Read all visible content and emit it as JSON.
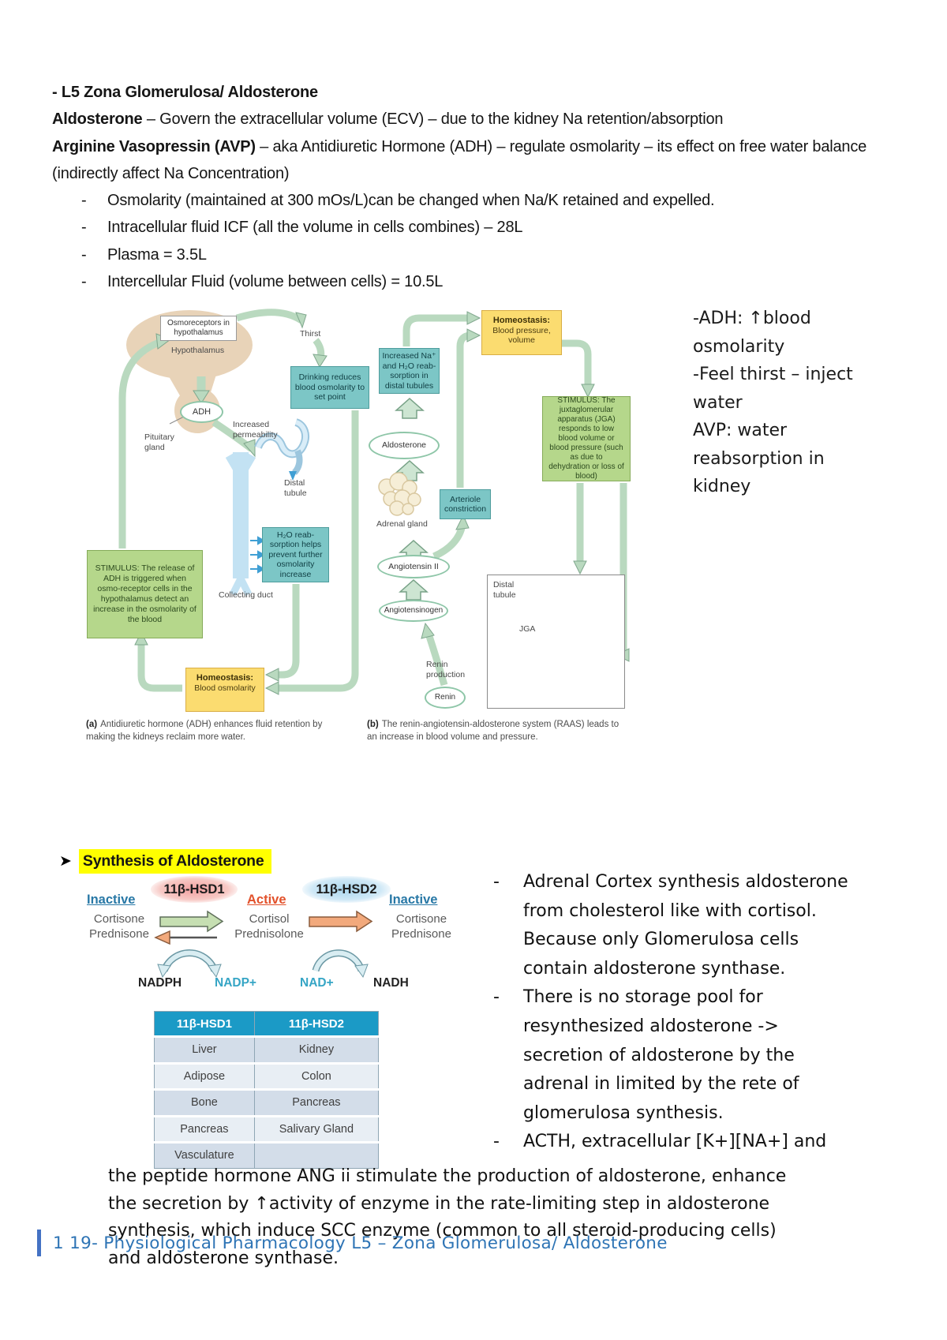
{
  "top": {
    "dash": "-",
    "title": "- L5 Zona Glomerulosa/ Aldosterone",
    "aldosterone_lead": "Aldosterone",
    "aldosterone_rest": " – Govern the extracellular volume (ECV) – due to the kidney Na retention/absorption",
    "avp_lead": "Arginine Vasopressin (AVP)",
    "avp_rest": " – aka Antidiuretic Hormone (ADH) – regulate osmolarity – its effect on free water balance (indirectly affect Na Concentration)",
    "bullets": [
      "Osmolarity (maintained at 300 mOs/L)can be changed when Na/K retained and expelled.",
      "Intracellular fluid ICF (all the volume in cells combines) – 28L",
      "Plasma = 3.5L",
      "Intercellular Fluid (volume between cells) = 10.5L"
    ]
  },
  "figure": {
    "left": {
      "osmoreceptors": "Osmoreceptors in hypothalamus",
      "hypothalamus": "Hypothalamus",
      "thirst": "Thirst",
      "drinking_box": "Drinking reduces blood osmolarity to set point",
      "adh": "ADH",
      "pituitary": "Pituitary gland",
      "increased_permeability": "Increased permeability",
      "distal_tubule": "Distal tubule",
      "h2o_box": "H₂O reab-sorption helps prevent further osmolarity increase",
      "collecting_duct": "Collecting duct",
      "stimulus_box": "STIMULUS: The release of ADH is triggered when osmo-receptor cells in the hypothalamus detect an increase in the osmolarity of the blood",
      "homeostasis_lead": "Homeostasis:",
      "homeostasis_rest": "Blood osmolarity",
      "caption_lead": "(a)",
      "caption_rest": "Antidiuretic hormone (ADH) enhances fluid retention by making the kidneys reclaim more water."
    },
    "right": {
      "homeostasis_lead": "Homeostasis:",
      "homeostasis_rest": "Blood pressure, volume",
      "increased_na_box": "Increased Na⁺ and H₂O reab-sorption in distal tubules",
      "stimulus_box": "STIMULUS: The juxtaglomerular apparatus (JGA) responds to low blood volume or blood pressure (such as due to dehydration or loss of blood)",
      "aldosterone": "Aldosterone",
      "adrenal_gland": "Adrenal gland",
      "arteriole_box": "Arteriole constriction",
      "angiotensin2": "Angiotensin II",
      "angiotensinogen": "Angiotensinogen",
      "renin_production": "Renin production",
      "renin": "Renin",
      "inset_distal_tubule": "Distal tubule",
      "inset_jga": "JGA",
      "caption_lead": "(b)",
      "caption_rest": "The renin-angiotensin-aldosterone system (RAAS) leads to an increase in blood volume and pressure."
    },
    "side_note": "-ADH: ↑blood\nosmolarity\n-Feel thirst – inject\nwater\nAVP: water\nreabsorption in\nkidney"
  },
  "synthesis": {
    "heading_arrow": "➤",
    "heading": "Synthesis of Aldosterone",
    "hsd1": "11β-HSD1",
    "hsd2": "11β-HSD2",
    "inactive_left": "Inactive",
    "active": "Active",
    "inactive_right": "Inactive",
    "cortisone_left": "Cortisone\nPrednisone",
    "cortisol_mid": "Cortisol\nPrednisolone",
    "cortisone_right": "Cortisone\nPrednisone",
    "nadph": "NADPH",
    "nadp": "NADP+",
    "nad": "NAD+",
    "nadh": "NADH",
    "table": {
      "headers": [
        "11β-HSD1",
        "11β-HSD2"
      ],
      "rows": [
        [
          "Liver",
          "Kidney"
        ],
        [
          "Adipose",
          "Colon"
        ],
        [
          "Bone",
          "Pancreas"
        ],
        [
          "Pancreas",
          "Salivary Gland"
        ],
        [
          "Vasculature",
          ""
        ]
      ]
    },
    "bullets": [
      "Adrenal Cortex synthesis aldosterone\nfrom cholesterol like with cortisol.\nBecause only Glomerulosa cells\ncontain aldosterone synthase.",
      "There is no storage pool for\nresynthesized aldosterone ->\nsecretion of aldosterone by the\nadrenal in limited by the rete of\nglomerulosa synthesis.",
      "ACTH, extracellular [K+][NA+] and"
    ],
    "paragraph": "the peptide hormone ANG ii stimulate the production of aldosterone, enhance\nthe secretion by ↑activity of enzyme in the rate-limiting step in aldosterone\nsynthesis, which induce SCC enzyme (common to all steroid-producing cells)\nand aldosterone synthase."
  },
  "footer": {
    "text": "1 19- Physiological Pharmacology L5 – Zona Glomerulosa/ Aldosterone"
  },
  "colors": {
    "highlight_yellow": "#ffff00",
    "teal_box": "#7cc6c6",
    "green_box": "#b5d78b",
    "yellow_box": "#fbdc70",
    "loop_arrow_green": "#b9d9bf",
    "table_header_blue": "#1b9ac6",
    "footer_blue": "#2e74b5",
    "footer_bar_blue": "#4472c4",
    "state_inactive_blue": "#2878a6",
    "state_active_red": "#e2512b",
    "nad_teal": "#35a5c5"
  }
}
